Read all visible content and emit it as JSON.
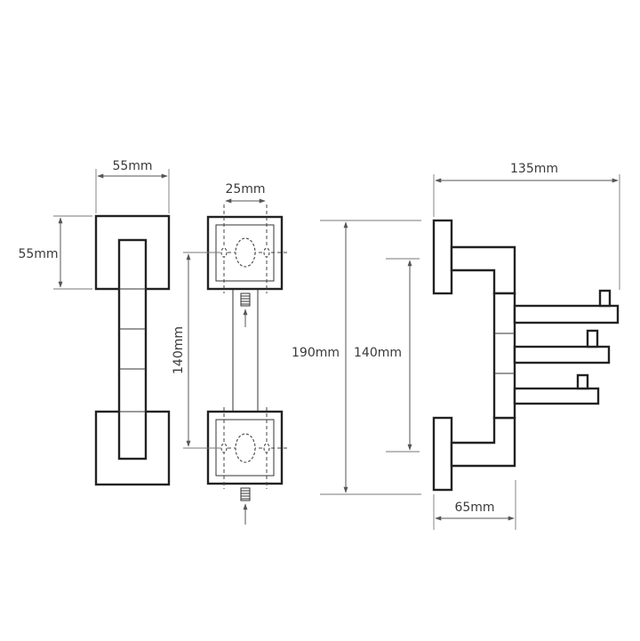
{
  "dimensions": {
    "front_width": "55mm",
    "front_height": "55mm",
    "mount_hole_spacing": "25mm",
    "mount_center_distance": "140mm",
    "side_total_height": "190mm",
    "side_center_distance": "140mm",
    "arm_length": "135mm",
    "wall_projection": "65mm"
  },
  "colors": {
    "line": "#222222",
    "dimension": "#555555",
    "background": "#ffffff"
  }
}
